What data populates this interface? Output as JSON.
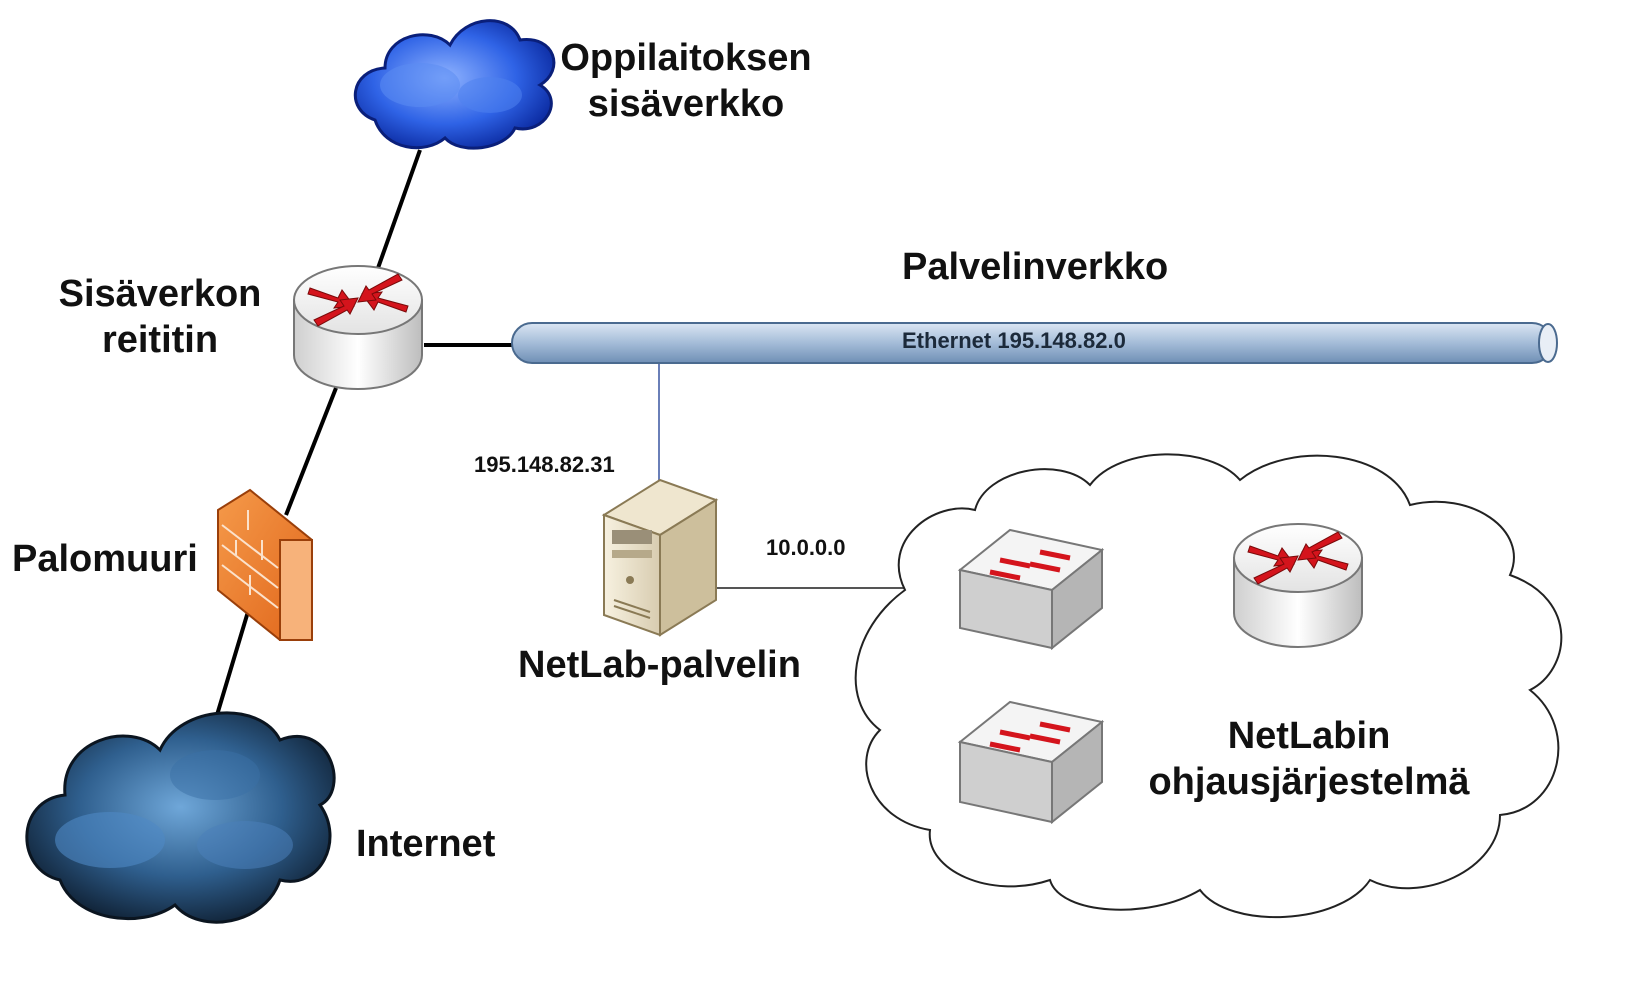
{
  "labels": {
    "internal_network": "Oppilaitoksen\nsisäverkko",
    "internal_router": "Sisäverkon\nreititin",
    "firewall": "Palomuuri",
    "internet": "Internet",
    "server_network": "Palvelinverkko",
    "ethernet": "Ethernet 195.148.82.0",
    "server_ip": "195.148.82.31",
    "lab_subnet": "10.0.0.0",
    "netlab_server": "NetLab-palvelin",
    "control_system": "NetLabin\nohjausjärjestelmä"
  },
  "colors": {
    "cloud_internal": "#2a62e0",
    "cloud_internet": "#1f3d5c",
    "ethernet_bus": "#9fb9d6",
    "firewall": "#ee7f2d",
    "arrow": "#d4141c",
    "device_body": "#d9d9d9"
  },
  "icons": {
    "internal_cloud": "cloud-icon",
    "internet_cloud": "cloud-icon",
    "router": "router-icon",
    "firewall": "firewall-icon",
    "server": "server-icon",
    "switch": "switch-icon"
  }
}
